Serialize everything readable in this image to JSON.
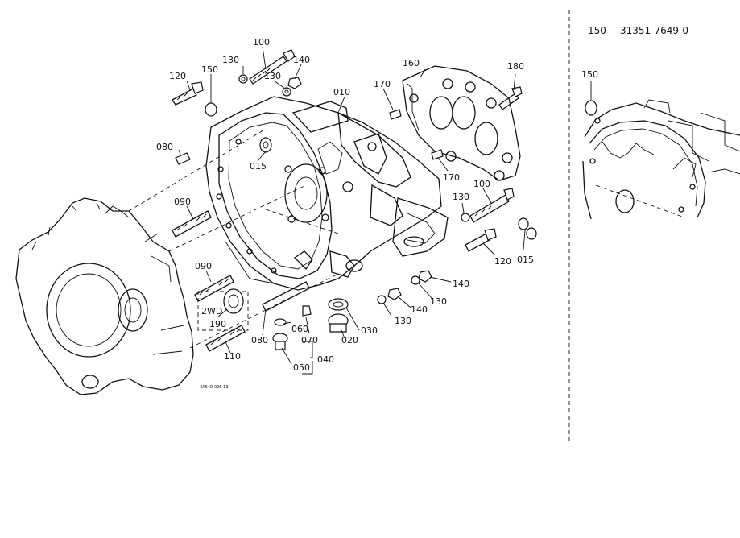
{
  "reference": {
    "part_no": "150",
    "part_number": "31351-7649-0"
  },
  "drawing_code": "3A640-026-13",
  "callouts": {
    "c100a": "100",
    "c140a": "140",
    "c130a": "130",
    "c130b": "130",
    "c120a": "120",
    "c150a": "150",
    "c010": "010",
    "c170a": "170",
    "c160": "160",
    "c180": "180",
    "c080a": "080",
    "c015a": "015",
    "c170b": "170",
    "c100b": "100",
    "c130c": "130",
    "c090a": "090",
    "c090b": "090",
    "c120b": "120",
    "c015b": "015",
    "c140b": "140",
    "c130d": "130",
    "c140c": "140",
    "c130e": "130",
    "c2wd": "2WD",
    "c190": "190",
    "c060": "060",
    "c070": "070",
    "c030": "030",
    "c080b": "080",
    "c020": "020",
    "c110": "110",
    "c040": "040",
    "c050": "050",
    "c150b": "150"
  }
}
